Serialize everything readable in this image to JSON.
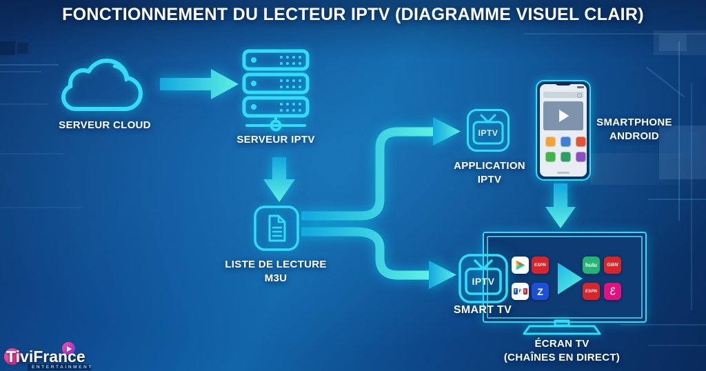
{
  "title": "FONCTIONNEMENT DU LECTEUR IPTV (DIAGRAMME VISUEL CLAIR)",
  "nodes": {
    "cloud": {
      "label": "SERVEUR CLOUD"
    },
    "server": {
      "label": "SERVEUR IPTV"
    },
    "playlist": {
      "line1": "LISTE DE LECTURE",
      "line2": "M3U"
    },
    "app": {
      "line1": "APPLICATION",
      "line2": "IPTV",
      "icon_text": "IPTV"
    },
    "phone": {
      "line1": "SMARTPHONE",
      "line2": "ANDROID"
    },
    "smarttv": {
      "label": "SMART TV",
      "icon_text": "IPTV"
    },
    "screen": {
      "line1": "ÉCRAN TV",
      "line2": "(CHAÎNES EN DIRECT)"
    }
  },
  "tv_apps": {
    "left": [
      {
        "name": "play-store",
        "label": "",
        "bg": "#ffffff"
      },
      {
        "name": "espn",
        "label": "ESPN",
        "bg": "#d7252b"
      },
      {
        "name": "tf1",
        "letters": [
          "T",
          "F",
          "1"
        ],
        "bg": "#ffffff"
      },
      {
        "name": "z",
        "label": "Z",
        "bg": "#1e4fd8"
      }
    ],
    "right": [
      {
        "name": "hulu",
        "label": "hulu",
        "bg": "#22b573"
      },
      {
        "name": "gbn",
        "label": "GBN",
        "bg": "#d7252b"
      },
      {
        "name": "espn2",
        "label": "ESPN",
        "bg": "#d7252b"
      },
      {
        "name": "e-entertainment",
        "label": "ℰ",
        "bg": "#e3117e"
      }
    ]
  },
  "logo": {
    "name": "TiviFrance",
    "tagline": "ENTERTAINMENT"
  },
  "colors": {
    "accent_cyan": "#35dcf7",
    "arrow_start": "#12a7e0",
    "arrow_end": "#5df1e3",
    "bg_mid": "#1166a9",
    "bg_deep": "#092a5b",
    "phone_app_colors": [
      "#f0a33c",
      "#3f7fd6",
      "#e05538",
      "#42b24a",
      "#2f9e63",
      "#8a52c0"
    ]
  }
}
